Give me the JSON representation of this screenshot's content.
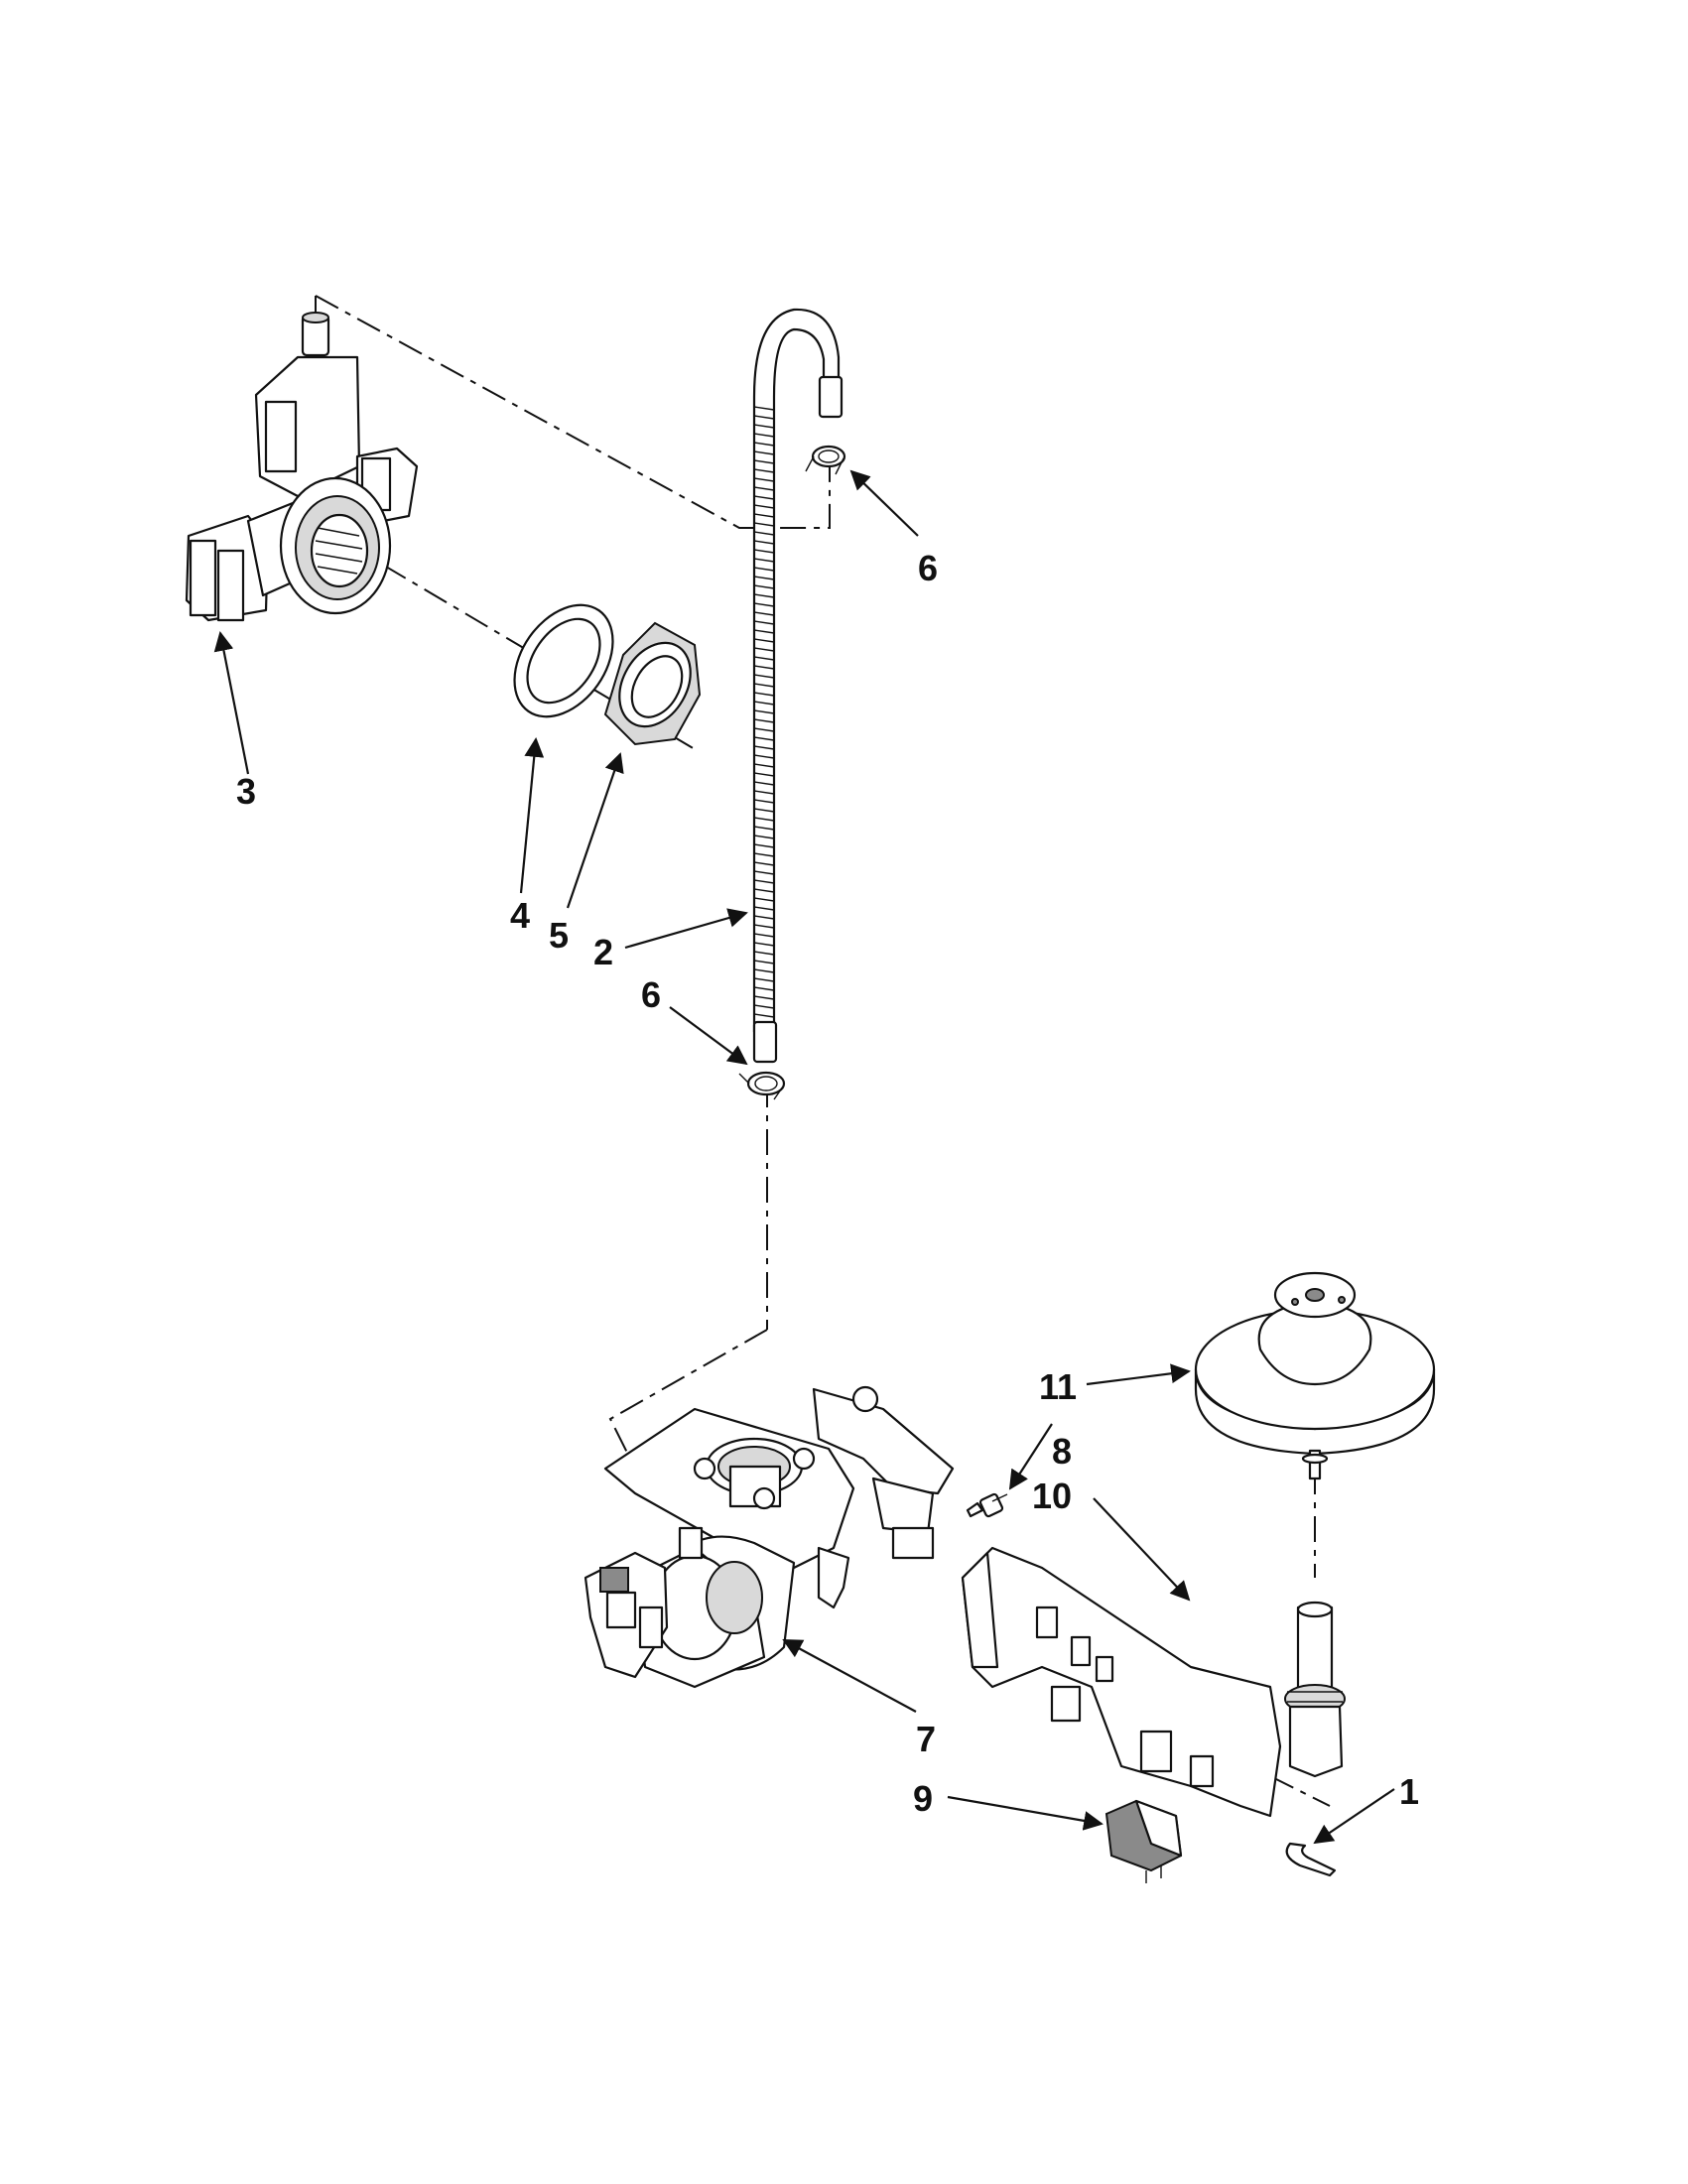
{
  "callouts": {
    "c1": "1",
    "c2": "2",
    "c3": "3",
    "c4": "4",
    "c5": "5",
    "c6a": "6",
    "c6b": "6",
    "c7": "7",
    "c8": "8",
    "c9": "9",
    "c10": "10",
    "c11": "11"
  },
  "colors": {
    "line": "#111111",
    "shade": "#d9d9d9",
    "background": "#ffffff"
  }
}
